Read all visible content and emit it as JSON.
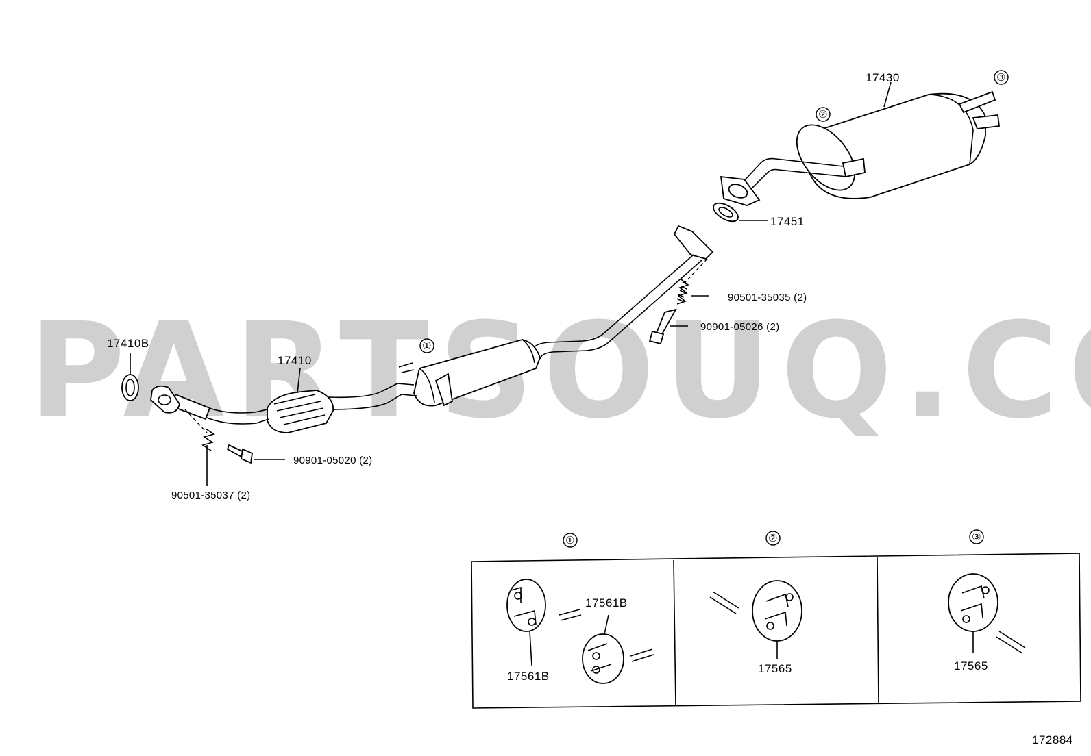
{
  "watermark": "PARTSOUQ.COM",
  "diagram_code": "172884",
  "callouts": {
    "c1": "①",
    "c2": "②",
    "c3": "③"
  },
  "labels": {
    "muffler": "17430",
    "gasket_rear": "17451",
    "spring_rear": "90501-35035 (2)",
    "bolt_rear": "90901-05026 (2)",
    "gasket_front": "17410B",
    "front_pipe": "17410",
    "bolt_front": "90901-05020 (2)",
    "spring_front": "90501-35037 (2)"
  },
  "detail_panels": [
    {
      "callout": "①",
      "parts": [
        "17561B",
        "17561B"
      ]
    },
    {
      "callout": "②",
      "parts": [
        "17565"
      ]
    },
    {
      "callout": "③",
      "parts": [
        "17565"
      ]
    }
  ]
}
